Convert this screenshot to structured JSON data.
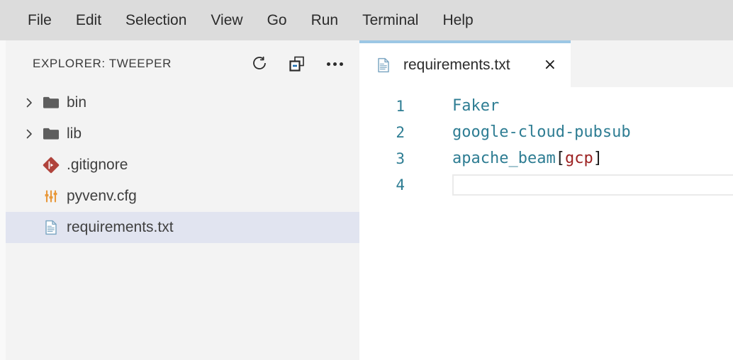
{
  "menubar": {
    "items": [
      {
        "label": "File"
      },
      {
        "label": "Edit"
      },
      {
        "label": "Selection"
      },
      {
        "label": "View"
      },
      {
        "label": "Go"
      },
      {
        "label": "Run"
      },
      {
        "label": "Terminal"
      },
      {
        "label": "Help"
      }
    ]
  },
  "sidebar": {
    "title": "EXPLORER: TWEEPER",
    "actions": [
      {
        "name": "refresh-icon",
        "tooltip": "Refresh Explorer"
      },
      {
        "name": "collapse-all-icon",
        "tooltip": "Collapse Folders in Explorer"
      },
      {
        "name": "more-actions-icon",
        "tooltip": "Views and More Actions..."
      }
    ],
    "tree": [
      {
        "label": "bin",
        "type": "folder",
        "icon": "folder-icon",
        "expanded": false,
        "selected": false
      },
      {
        "label": "lib",
        "type": "folder",
        "icon": "folder-icon",
        "expanded": false,
        "selected": false
      },
      {
        "label": ".gitignore",
        "type": "file",
        "icon": "git-icon",
        "selected": false
      },
      {
        "label": "pyvenv.cfg",
        "type": "file",
        "icon": "config-icon",
        "selected": false
      },
      {
        "label": "requirements.txt",
        "type": "file",
        "icon": "text-file-icon",
        "selected": true
      }
    ]
  },
  "editor": {
    "tab": {
      "label": "requirements.txt",
      "icon": "text-file-icon",
      "close_label": "×",
      "active": true
    },
    "lines": [
      {
        "number": "1",
        "tokens": [
          {
            "text": "Faker",
            "kind": "pkg"
          }
        ]
      },
      {
        "number": "2",
        "tokens": [
          {
            "text": "google-cloud-pubsub",
            "kind": "pkg"
          }
        ]
      },
      {
        "number": "3",
        "tokens": [
          {
            "text": "apache_beam",
            "kind": "pkg"
          },
          {
            "text": "[",
            "kind": "brack"
          },
          {
            "text": "gcp",
            "kind": "extra"
          },
          {
            "text": "]",
            "kind": "brack"
          }
        ]
      },
      {
        "number": "4",
        "tokens": [],
        "current": true
      }
    ]
  },
  "colors": {
    "menubar_bg": "#dcdcdc",
    "sidebar_bg": "#f3f3f3",
    "editor_bg": "#ffffff",
    "selection_bg": "#e1e4f0",
    "tab_accent": "#9cc7e5",
    "code_teal": "#2e7d93",
    "extra_red": "#9c2222",
    "git_red": "#b0433c",
    "config_orange": "#e8983a"
  }
}
